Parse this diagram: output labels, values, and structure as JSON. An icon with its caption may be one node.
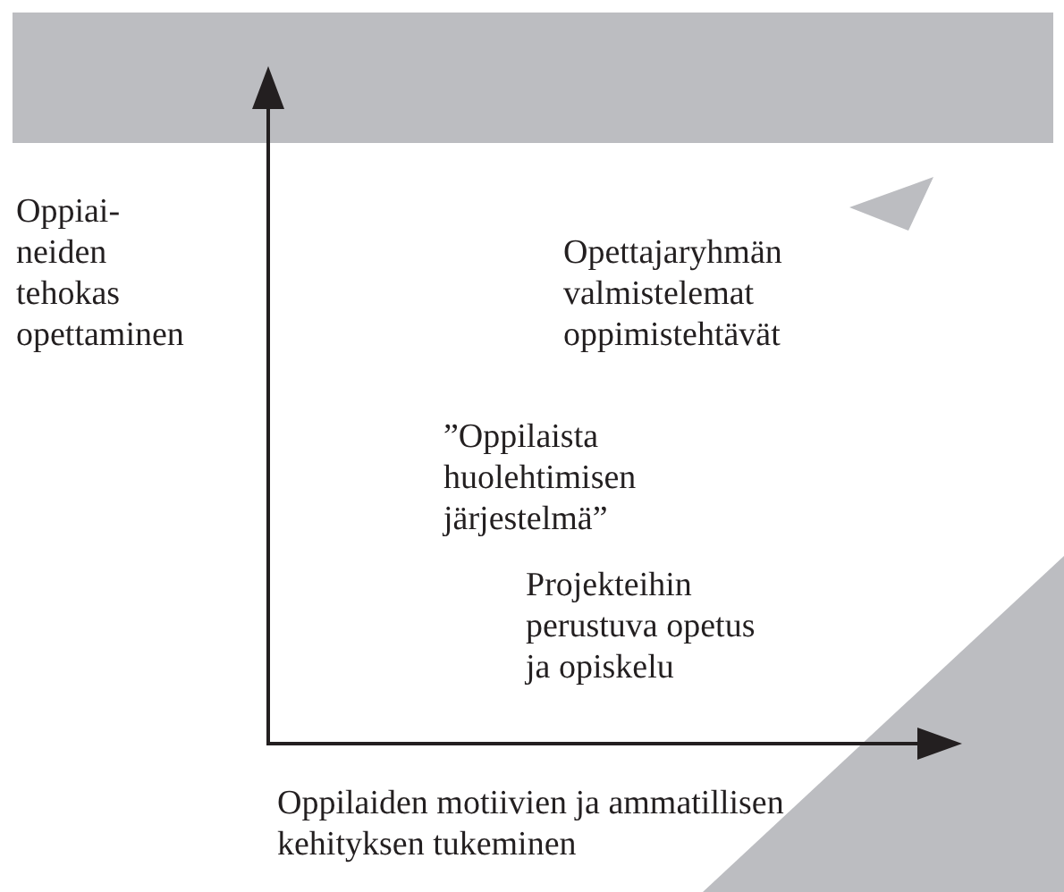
{
  "diagram": {
    "labels": [
      "Oppiai- neiden tehokas opettaminen",
      "Opettajaryhmän valmistelemat oppimistehtävät",
      "”Oppilaista huolehtimisen järjestelmä”",
      "Projekteihin perustuva opetus ja opiskelu",
      "Oppilaiden motiivien ja ammatillisen kehityksen tukeminen"
    ]
  }
}
